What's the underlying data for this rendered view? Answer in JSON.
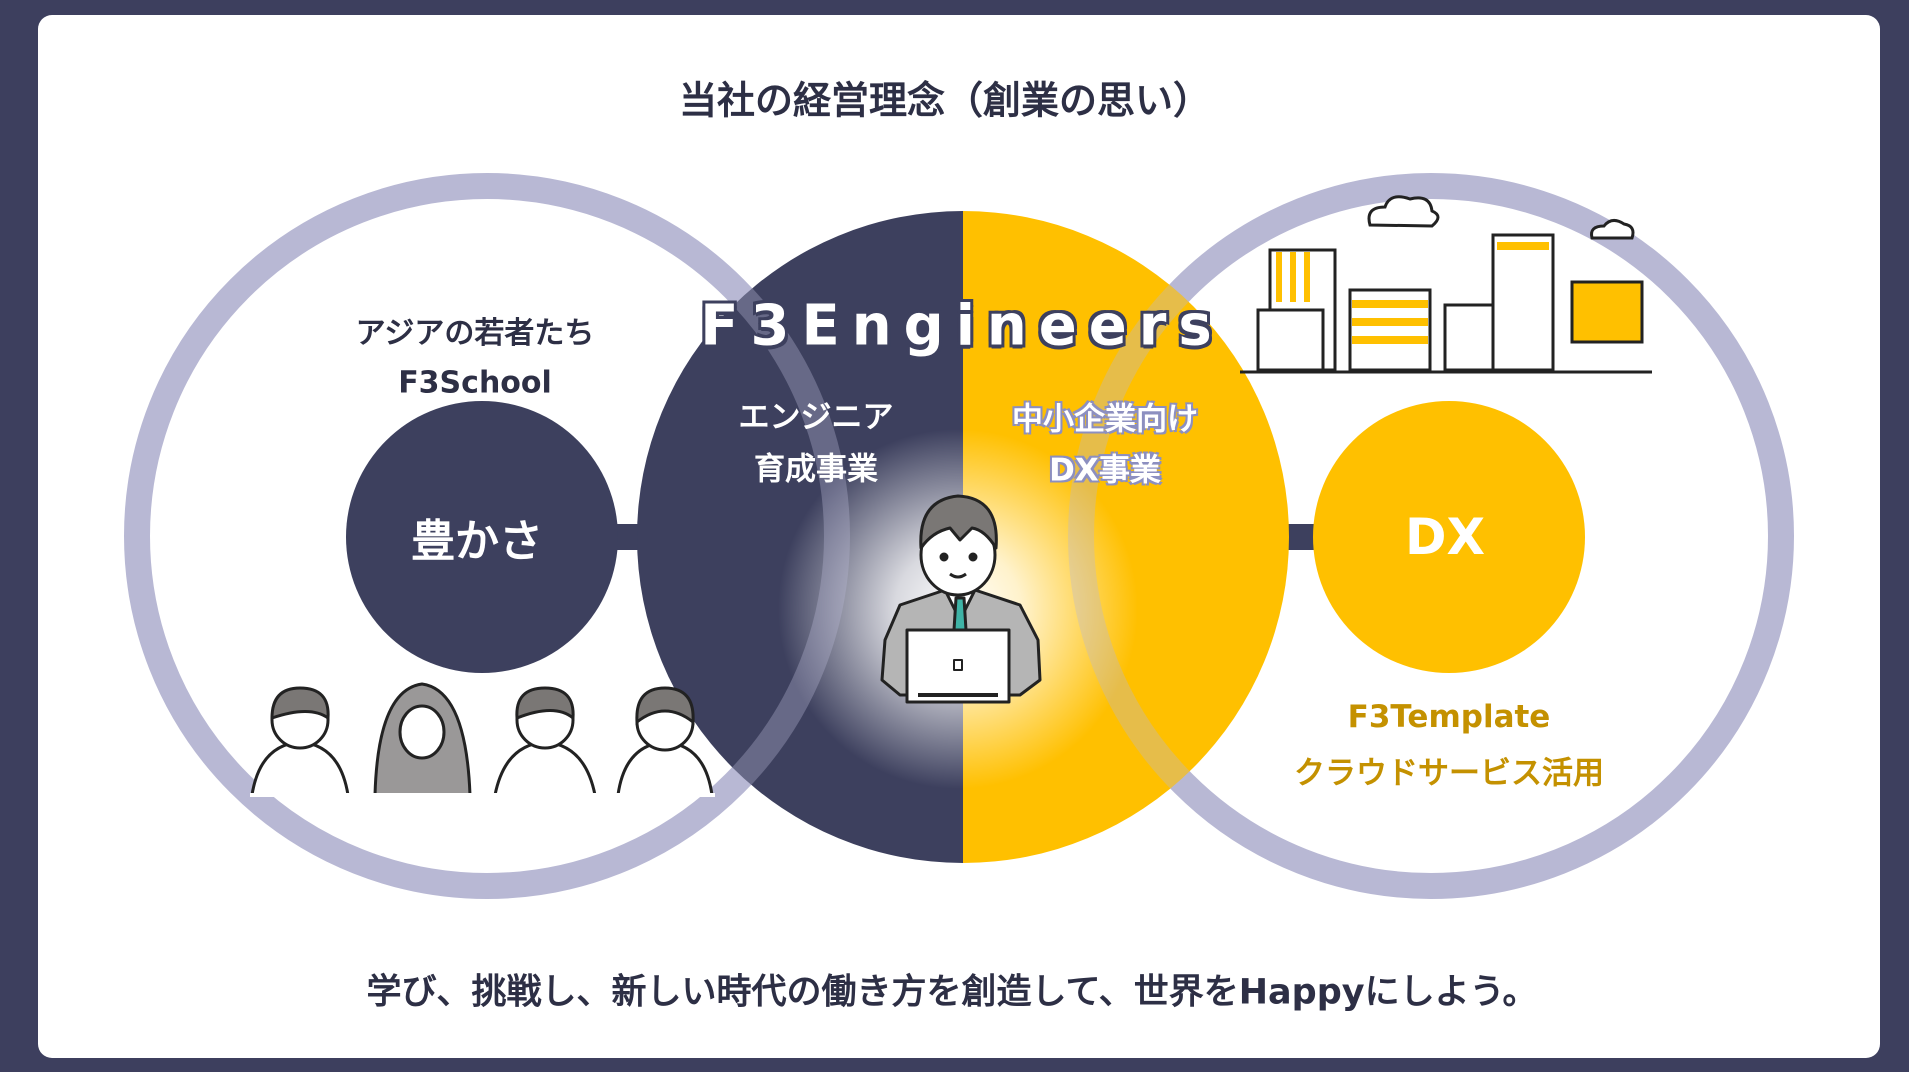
{
  "title": "当社の経営理念（創業の思い）",
  "left": {
    "line1": "アジアの若者たち",
    "line2": "F3School",
    "circle_label": "豊かさ"
  },
  "center": {
    "brand": "F3Engineers",
    "left_line1": "エンジニア",
    "left_line2": "育成事業",
    "right_line1": "中小企業向け",
    "right_line2": "DX事業"
  },
  "right": {
    "circle_label": "DX",
    "line1": "F3Template",
    "line2": "クラウドサービス活用"
  },
  "tagline": "学び、挑戦し、新しい時代の働き方を創造して、世界をHappyにしよう。",
  "colors": {
    "navy": "#3d405e",
    "yellow": "#ffc000",
    "ring": "#b8b8d4",
    "gold_text": "#c49100"
  }
}
